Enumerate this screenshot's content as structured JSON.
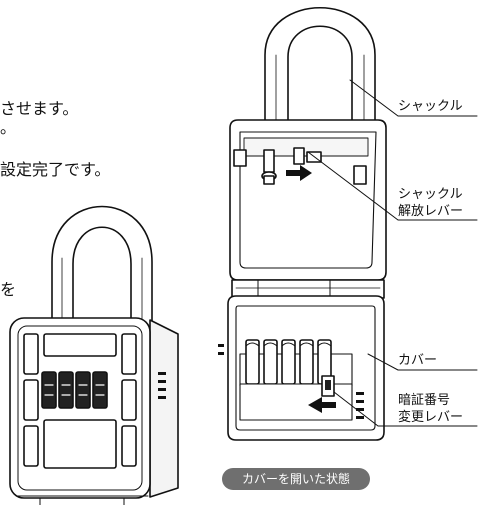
{
  "instructions": {
    "line1": "させます。",
    "line2": "。",
    "line3": "設定完了です。",
    "line4": "を"
  },
  "labels": {
    "shackle": "シャックル",
    "shackle_release_lever": [
      "シャックル",
      "解放レバー"
    ],
    "cover": "カバー",
    "code_change_lever": [
      "暗証番号",
      "変更レバー"
    ]
  },
  "caption": "カバーを開いた状態"
}
